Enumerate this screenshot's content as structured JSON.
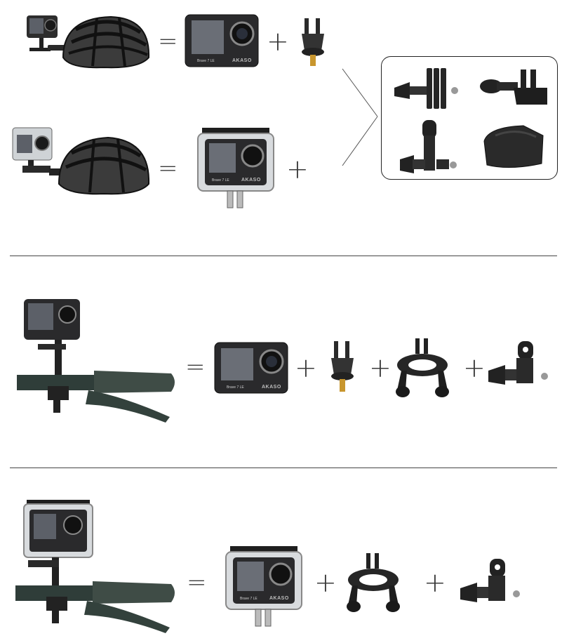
{
  "symbols": {
    "equals": "=",
    "plus": "+"
  },
  "camera": {
    "model_label": "Brave 7 LE",
    "brand_label": "AKASO"
  },
  "sections": [
    {
      "name": "helmet-mount-bare-camera",
      "items": [
        "helmet-camera-assembly",
        "action-camera",
        "tripod-screw-adapter"
      ]
    },
    {
      "name": "helmet-mount-housing",
      "items": [
        "helmet-camera-housing-assembly",
        "camera-in-waterproof-housing"
      ]
    },
    {
      "name": "handlebar-mount-bare-camera",
      "items": [
        "handlebar-camera-assembly",
        "action-camera",
        "tripod-screw-adapter",
        "handlebar-clamp",
        "extension-arm"
      ]
    },
    {
      "name": "handlebar-mount-housing",
      "items": [
        "handlebar-camera-housing-assembly",
        "camera-in-waterproof-housing",
        "handlebar-clamp",
        "extension-arm"
      ]
    }
  ],
  "accessory_box": {
    "items": [
      "long-thumbscrew",
      "buckle-mount",
      "extension-arm",
      "curved-adhesive-mount"
    ]
  }
}
